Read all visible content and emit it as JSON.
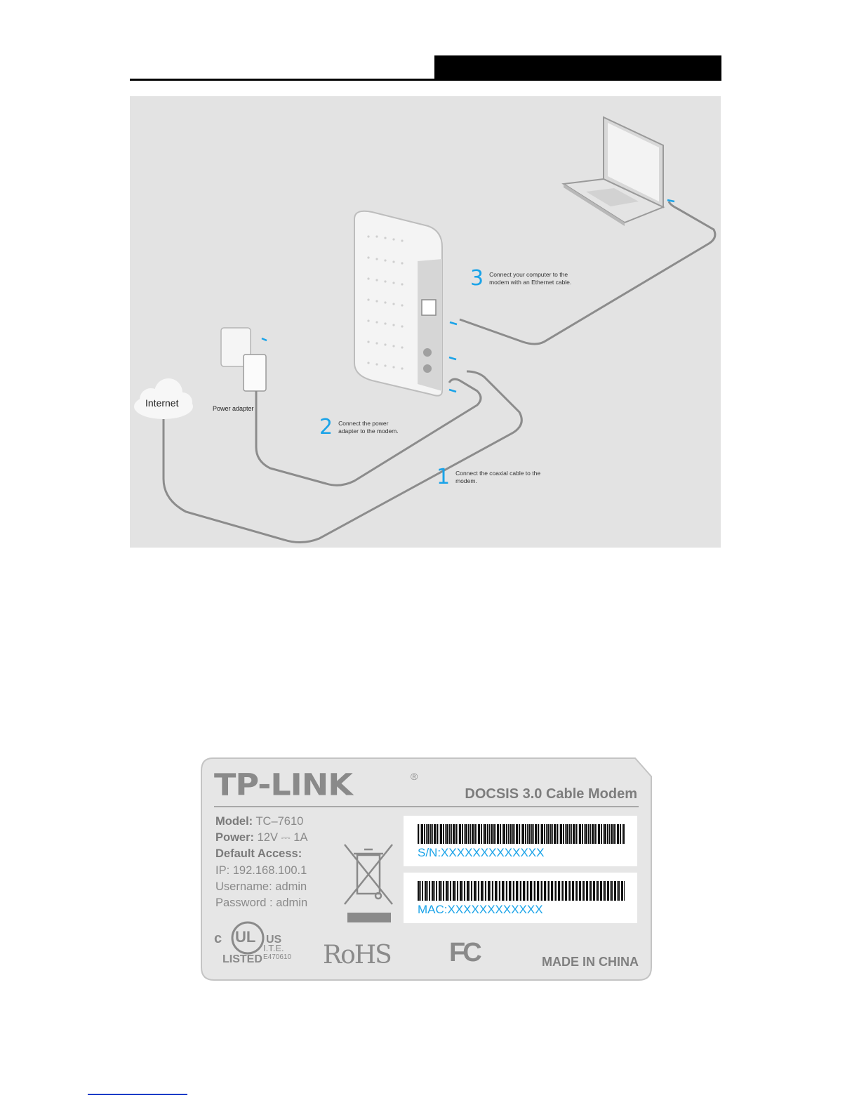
{
  "diagram": {
    "internet_label": "Internet",
    "power_adapter_label": "Power adapter",
    "steps": [
      {
        "number": "1",
        "text": "Connect the coaxial cable to the modem."
      },
      {
        "number": "2",
        "text": "Connect the power adapter to the modem."
      },
      {
        "number": "3",
        "text": "Connect your computer to the modem with an Ethernet cable."
      }
    ]
  },
  "label": {
    "brand": "TP-LINK",
    "brand_registered": "®",
    "product": "DOCSIS 3.0 Cable Modem",
    "model_key": "Model:",
    "model_value": " TC–7610",
    "power_key": "Power:",
    "power_value": " 12V ⎓ 1A",
    "default_access": "Default Access:",
    "ip": "IP: 192.168.100.1",
    "username": "Username: admin",
    "password": "Password : admin",
    "serial": "S/N:XXXXXXXXXXXXX",
    "mac": "MAC:XXXXXXXXXXXX",
    "ul_c": "c",
    "ul_ul": "UL",
    "ul_us": "US",
    "ul_listed": "LISTED",
    "ite": "I.T.E.",
    "ite_code": "E470610",
    "rohs": "RoHS",
    "fc": "FC",
    "made_in": "MADE IN CHINA"
  },
  "colors": {
    "accent": "#1aa3e8",
    "diagram_bg": "#e3e3e3",
    "label_bg": "#e6e6e6",
    "label_text": "#8a8a8a"
  }
}
